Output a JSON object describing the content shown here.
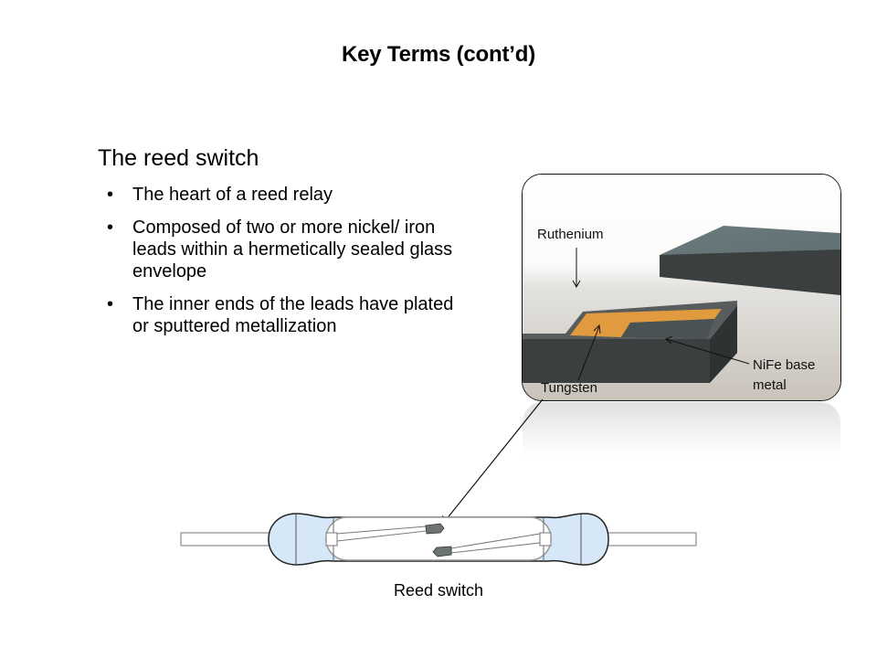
{
  "slide": {
    "title": "Key Terms (cont’d)",
    "subheading": "The reed switch",
    "bullets": [
      "The heart of a reed relay",
      "Composed of two or more nickel/ iron leads within a hermetically sealed glass envelope",
      "The inner ends of the leads have plated or sputtered metallization"
    ],
    "bullet_glyph": "•"
  },
  "contact_figure": {
    "labels": {
      "ruthenium": "Ruthenium",
      "tungsten": "Tungsten",
      "nife_line1": "NiFe base",
      "nife_line2": "metal"
    },
    "colors": {
      "tungsten_layer": "#e19a3e",
      "nife_metal": "#4a4f51",
      "blade_top": "#6b7a7c",
      "background": "#f2f2f0"
    }
  },
  "reed_diagram": {
    "caption": "Reed switch",
    "colors": {
      "glass": "#d6e8f7",
      "contact": "#6b7472"
    }
  }
}
